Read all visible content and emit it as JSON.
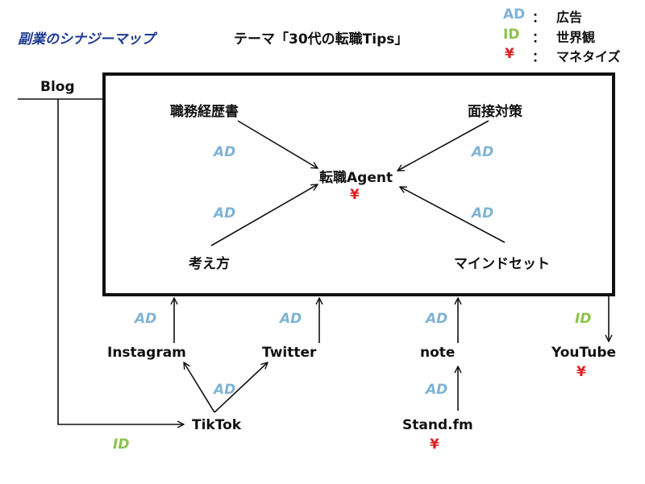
{
  "header": {
    "title": "副業のシナジーマップ",
    "theme": "テーマ「30代の転職Tips」"
  },
  "legend": [
    {
      "key": "AD",
      "colon": "：",
      "label": "広告",
      "color": "#7fb3d5"
    },
    {
      "key": "ID",
      "colon": "：",
      "label": "世界観",
      "color": "#8bc34a"
    },
    {
      "key": "¥",
      "colon": "：",
      "label": "マネタイズ",
      "color": "#e02020"
    }
  ],
  "colors": {
    "ad": "#7fb3d5",
    "id": "#8bc34a",
    "yen": "#e02020",
    "title": "#1f3a93"
  },
  "nodes": {
    "blog": "Blog",
    "resume": "職務経歴書",
    "interview": "面接対策",
    "agent": "転職Agent",
    "thinking": "考え方",
    "mindset": "マインドセット",
    "instagram": "Instagram",
    "twitter": "Twitter",
    "note": "note",
    "youtube": "YouTube",
    "tiktok": "TikTok",
    "standfm": "Stand.fm"
  },
  "tags": {
    "ad": "AD",
    "id": "ID",
    "yen": "¥"
  }
}
